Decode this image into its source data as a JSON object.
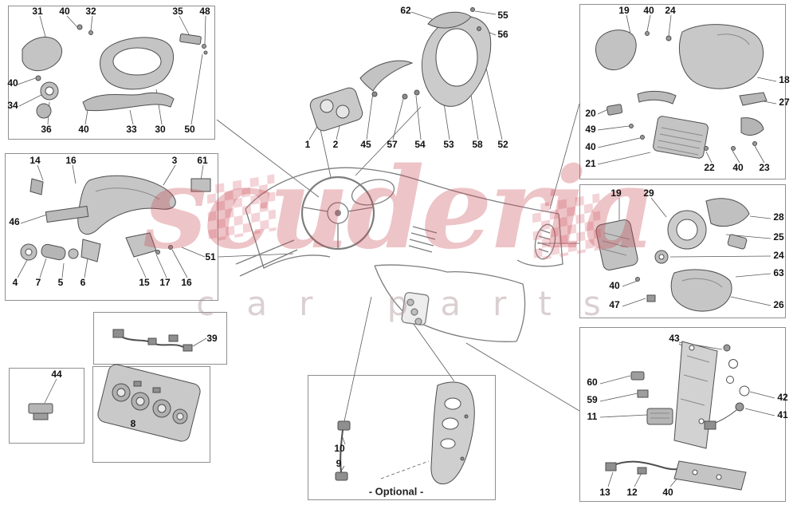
{
  "watermark": {
    "brand": "scuderia",
    "subtitle": "car parts"
  },
  "caption_optional": "- Optional -",
  "callouts": {
    "tl": [
      "31",
      "40",
      "32",
      "35",
      "48",
      "40",
      "34",
      "36",
      "40",
      "33",
      "30",
      "50"
    ],
    "ml": [
      "14",
      "16",
      "3",
      "61",
      "46",
      "4",
      "7",
      "5",
      "6",
      "15",
      "17",
      "16",
      "51"
    ],
    "harness": [
      "39"
    ],
    "clip": [
      "44"
    ],
    "ac_panel": [
      "8"
    ],
    "cluster_top": [
      "62",
      "55",
      "56"
    ],
    "cluster_row": [
      "1",
      "2",
      "45",
      "57",
      "54",
      "53",
      "58",
      "52"
    ],
    "optional_box": [
      "10",
      "9"
    ],
    "tr": [
      "19",
      "40",
      "24",
      "18",
      "27",
      "20",
      "49",
      "40",
      "21",
      "22",
      "40",
      "23"
    ],
    "mr": [
      "19",
      "29",
      "28",
      "25",
      "24",
      "63",
      "40",
      "47",
      "26"
    ],
    "br": [
      "43",
      "42",
      "41",
      "60",
      "59",
      "11",
      "13",
      "12",
      "40"
    ]
  }
}
